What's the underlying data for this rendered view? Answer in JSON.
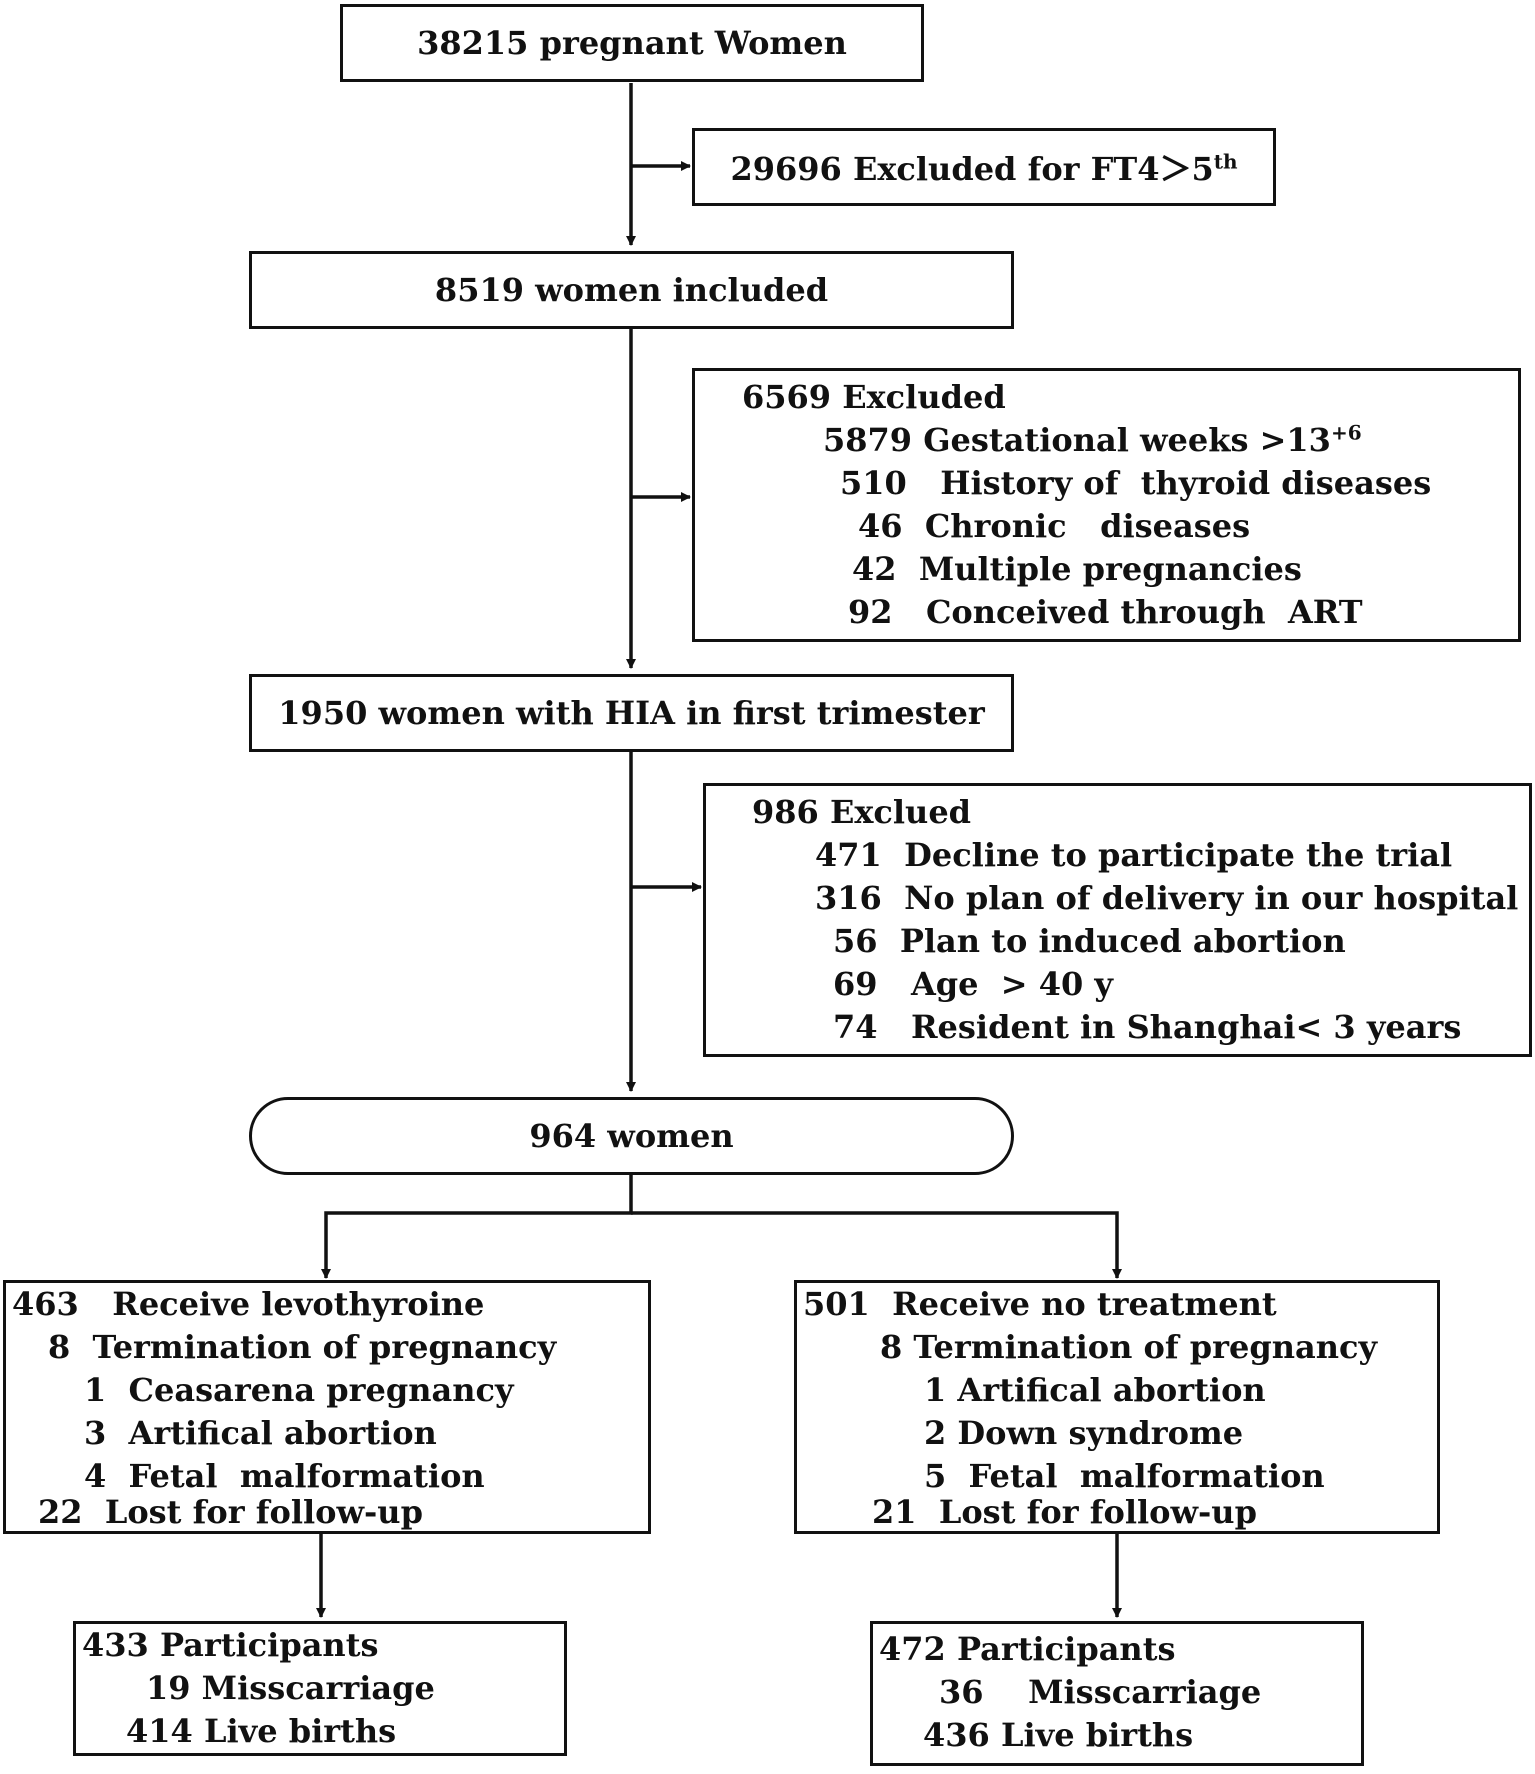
{
  "boxes": {
    "start": {
      "label": "38215  pregnant Women"
    },
    "excl_ft4": {
      "label": "29696 Excluded for FT4＞5",
      "sup": "th"
    },
    "included": {
      "label": "8519 women included"
    },
    "excl_6569": {
      "title": "6569 Excluded",
      "items": [
        {
          "text": "5879 Gestational weeks >13",
          "sup": "+6"
        },
        {
          "text": "510   History of  thyroid diseases"
        },
        {
          "text": "46  Chronic   diseases"
        },
        {
          "text": "42  Multiple pregnancies"
        },
        {
          "text": "92   Conceived through  ART"
        }
      ]
    },
    "hia": {
      "label": "1950 women with HIA in first trimester"
    },
    "excl_986": {
      "title": "986 Exclued",
      "items": [
        "471  Decline to participate the trial",
        "316  No plan of delivery in our hospital",
        "56  Plan to induced abortion",
        "69   Age  > 40 y",
        "74   Resident in Shanghai< 3 years"
      ]
    },
    "women964": {
      "label": "964 women"
    },
    "levo": {
      "lines": [
        "463   Receive levothyroine",
        "8  Termination of pregnancy",
        "1  Ceasarena pregnancy",
        "3  Artifical abortion",
        "4  Fetal  malformation",
        "22  Lost for follow-up"
      ]
    },
    "notreat": {
      "lines": [
        "501  Receive no treatment",
        "8 Termination of pregnancy",
        "1 Artifical abortion",
        "2 Down syndrome",
        "5  Fetal  malformation",
        "21  Lost for follow-up"
      ]
    },
    "levo_part": {
      "lines": [
        "433 Participants",
        "19 Misscarriage",
        "414 Live births"
      ]
    },
    "notreat_part": {
      "lines": [
        "472 Participants",
        "36    Misscarriage",
        "436 Live births"
      ]
    }
  }
}
